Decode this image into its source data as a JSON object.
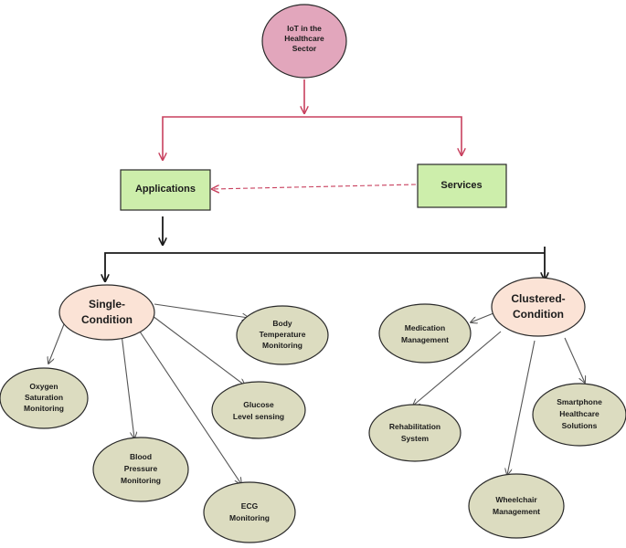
{
  "colors": {
    "root_fill": "#e2a6bc",
    "box_fill": "#cdeeab",
    "category_fill": "#fbe3d6",
    "leaf_fill": "#dcdcc0",
    "red_line": "#c8405e",
    "black_line": "#1a1a1a",
    "grey_line": "#555555"
  },
  "root": {
    "lines": [
      "IoT in the",
      "Healthcare",
      "Sector"
    ]
  },
  "applications": {
    "label": "Applications"
  },
  "services": {
    "label": "Services"
  },
  "single": {
    "lines": [
      "Single-",
      "Condition"
    ]
  },
  "clustered": {
    "lines": [
      "Clustered-",
      "Condition"
    ]
  },
  "leaves": {
    "body_temp": {
      "lines": [
        "Body",
        "Temperature",
        "Monitoring"
      ]
    },
    "oxygen": {
      "lines": [
        "Oxygen",
        "Saturation",
        "Monitoring"
      ]
    },
    "glucose": {
      "lines": [
        "Glucose",
        "Level sensing"
      ]
    },
    "blood_pressure": {
      "lines": [
        "Blood",
        "Pressure",
        "Monitoring"
      ]
    },
    "ecg": {
      "lines": [
        "ECG",
        "Monitoring"
      ]
    },
    "medication": {
      "lines": [
        "Medication",
        "Management"
      ]
    },
    "rehab": {
      "lines": [
        "Rehabilitation",
        "System"
      ]
    },
    "smartphone": {
      "lines": [
        "Smartphone",
        "Healthcare",
        "Solutions"
      ]
    },
    "wheelchair": {
      "lines": [
        "Wheelchair",
        "Management"
      ]
    }
  }
}
